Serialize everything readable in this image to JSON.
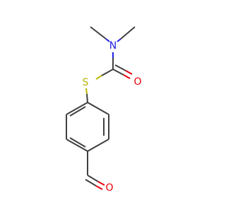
{
  "molecule": {
    "atoms": {
      "nitrogen": {
        "label": "N",
        "color": "#1f1fe6"
      },
      "carbonyl_oxygen": {
        "label": "O",
        "color": "#e8000b"
      },
      "sulfur": {
        "label": "S",
        "color": "#b8b800"
      },
      "aldehyde_oxygen": {
        "label": "O",
        "color": "#e8000b"
      }
    }
  }
}
